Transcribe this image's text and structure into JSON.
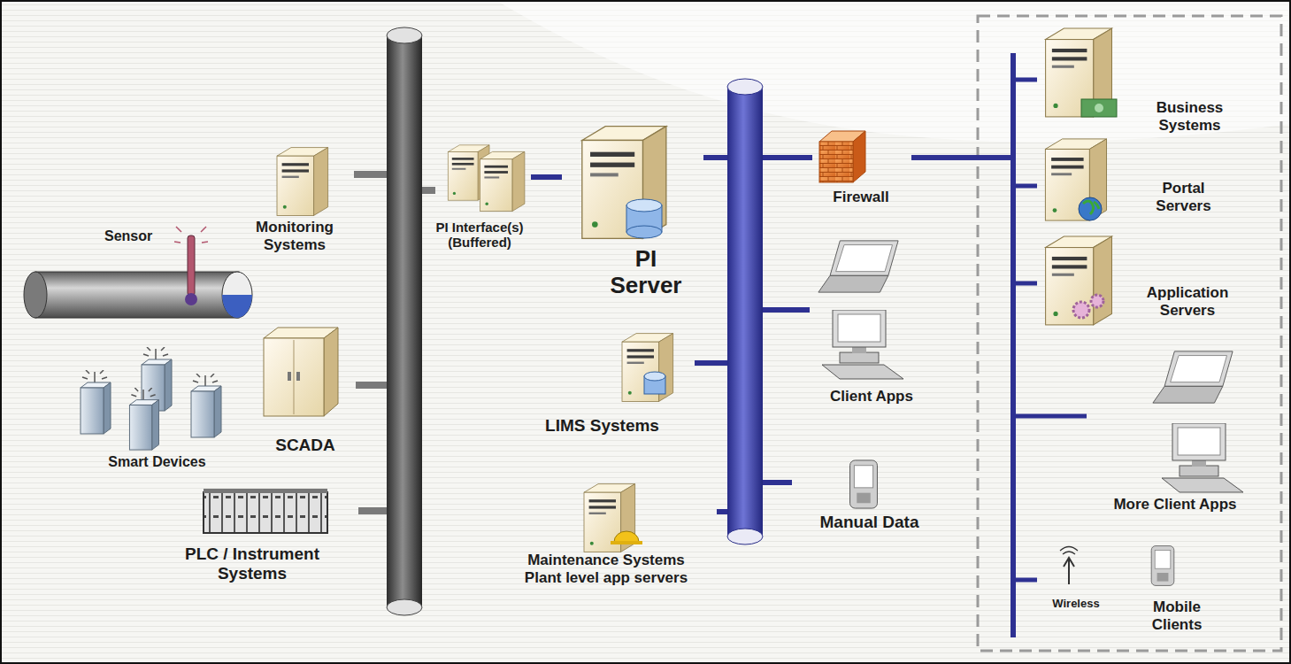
{
  "diagram": {
    "nodes": [
      {
        "text": [
          "Sensor"
        ]
      },
      {
        "text": [
          "Monitoring Systems"
        ]
      },
      {
        "text": [
          "Smart Devices"
        ]
      },
      {
        "text": [
          "SCADA"
        ]
      },
      {
        "text": [
          "PLC / Instrument Systems"
        ]
      },
      {
        "text": [
          "PI Interface(s) (Buffered)"
        ]
      },
      {
        "text": [
          "PI Server"
        ]
      },
      {
        "text": [
          "Firewall"
        ]
      },
      {
        "text": [
          "LIMS Systems"
        ]
      },
      {
        "text": [
          "Client Apps"
        ]
      },
      {
        "text": [
          "Manual Data"
        ]
      },
      {
        "text": [
          "Maintenance Systems Plant level app servers"
        ]
      },
      {
        "text": [
          "Business Systems"
        ]
      },
      {
        "text": [
          "Portal Servers"
        ]
      },
      {
        "text": [
          "Application Servers"
        ]
      },
      {
        "text": [
          "More Client Apps"
        ]
      },
      {
        "text": [
          "Wireless"
        ]
      },
      {
        "text": [
          "Mobile Clients"
        ]
      }
    ],
    "edges": [
      {
        "from": 1,
        "to": 5,
        "arrow": "none"
      },
      {
        "from": 3,
        "to": 5,
        "arrow": "none"
      },
      {
        "from": 4,
        "to": 5,
        "arrow": "none"
      },
      {
        "from": 5,
        "to": 6,
        "arrow": "none"
      },
      {
        "from": 6,
        "to": 7,
        "arrow": "none"
      },
      {
        "from": 6,
        "to": 8,
        "arrow": "none"
      },
      {
        "from": 6,
        "to": 9,
        "arrow": "none"
      },
      {
        "from": 6,
        "to": 10,
        "arrow": "none"
      },
      {
        "from": 6,
        "to": 11,
        "arrow": "none"
      },
      {
        "from": 7,
        "to": 12,
        "arrow": "none"
      },
      {
        "from": 7,
        "to": 13,
        "arrow": "none"
      },
      {
        "from": 7,
        "to": 14,
        "arrow": "none"
      },
      {
        "from": 7,
        "to": 15,
        "arrow": "none"
      },
      {
        "from": 7,
        "to": 16,
        "arrow": "none"
      }
    ]
  }
}
